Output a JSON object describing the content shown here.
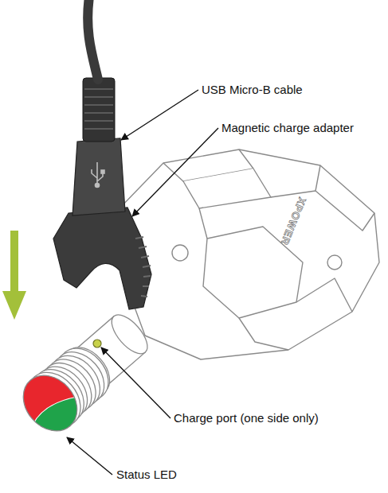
{
  "diagram": {
    "labels": [
      "USB Micro-B cable",
      "Magnetic charge adapter",
      "Charge port (one side only)",
      "Status LED",
      "XPOWER"
    ]
  }
}
